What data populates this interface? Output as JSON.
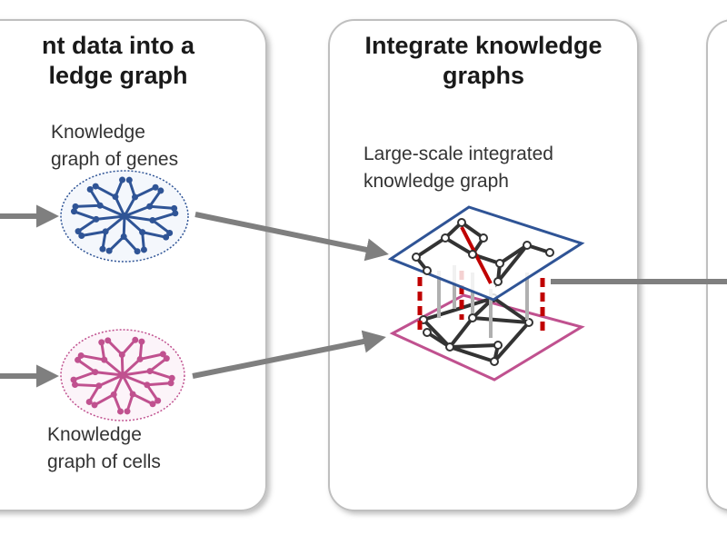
{
  "panels": [
    {
      "title_lines": [
        "nt data into a",
        "ledge graph"
      ]
    },
    {
      "title_lines": [
        "Integrate knowledge",
        "graphs"
      ]
    }
  ],
  "labels": {
    "genes_graph": [
      "Knowledge",
      "graph of genes"
    ],
    "cells_graph": [
      "Knowledge",
      "graph of cells"
    ],
    "integrated_graph": [
      "Large-scale integrated",
      "knowledge graph"
    ]
  },
  "colors": {
    "genes_node": "#2f5496",
    "cells_node": "#c0518f",
    "upper_layer_border": "#2f5496",
    "lower_layer_border": "#c0518f",
    "cross_links": "#c00000",
    "arrow": "#7f7f7f",
    "panel_border": "#bfbfbf"
  }
}
